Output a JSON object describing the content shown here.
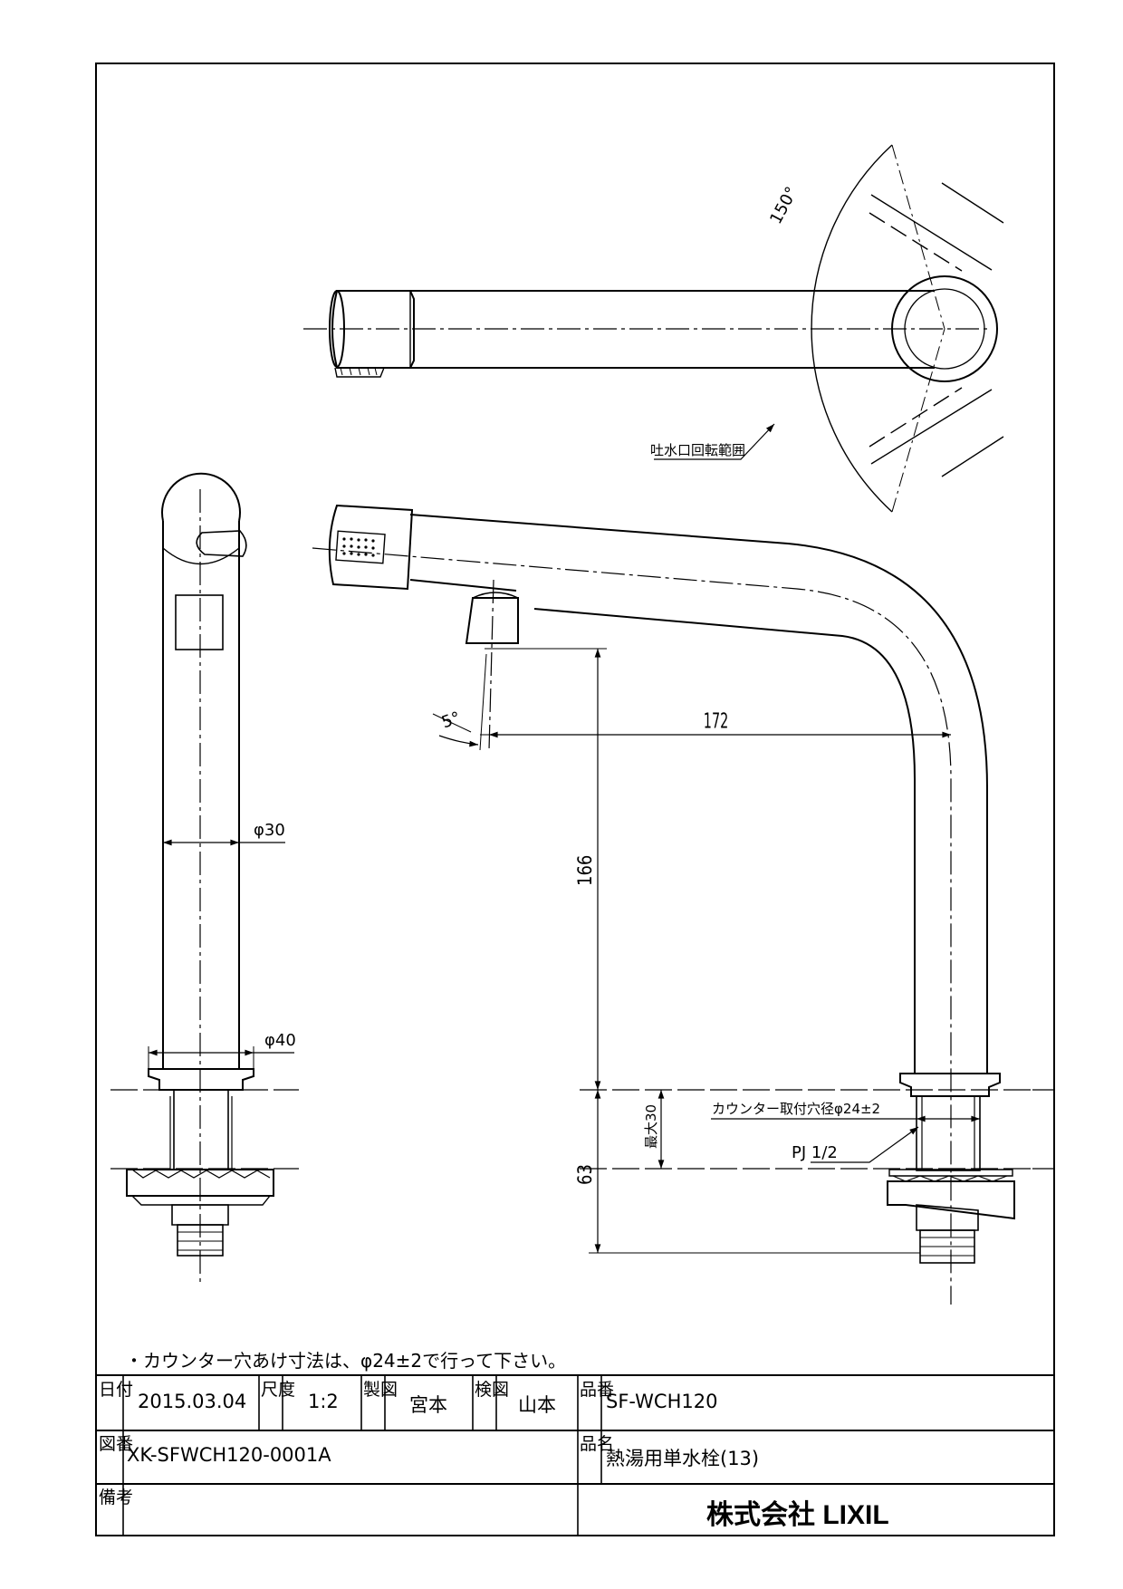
{
  "drawing": {
    "angle_150": "150°",
    "angle_5": "5°",
    "rotation_label": "吐水口回転範囲",
    "dim_172": "172",
    "dim_166": "166",
    "dim_63": "63",
    "dim_max30": "最大30",
    "dia_30": "φ30",
    "dia_40": "φ40",
    "counter_hole_label": "カウンター取付穴径φ24±2",
    "thread_label": "PJ 1/2"
  },
  "note": "・カウンター穴あけ寸法は、φ24±2で行って下さい。",
  "title_block": {
    "date_header": "日付",
    "date": "2015.03.04",
    "scale_header": "尺度",
    "scale": "1:2",
    "drawn_header": "製図",
    "drawn_by": "宮本",
    "checked_header": "検図",
    "checked_by": "山本",
    "product_no_header": "品番",
    "product_no": "SF-WCH120",
    "drawing_no_header": "図番",
    "drawing_no": "XK-SFWCH120-0001A",
    "product_name_header": "品名",
    "product_name": "熱湯用単水栓(13)",
    "remarks_header": "備考",
    "company": "株式会社 LIXIL"
  }
}
